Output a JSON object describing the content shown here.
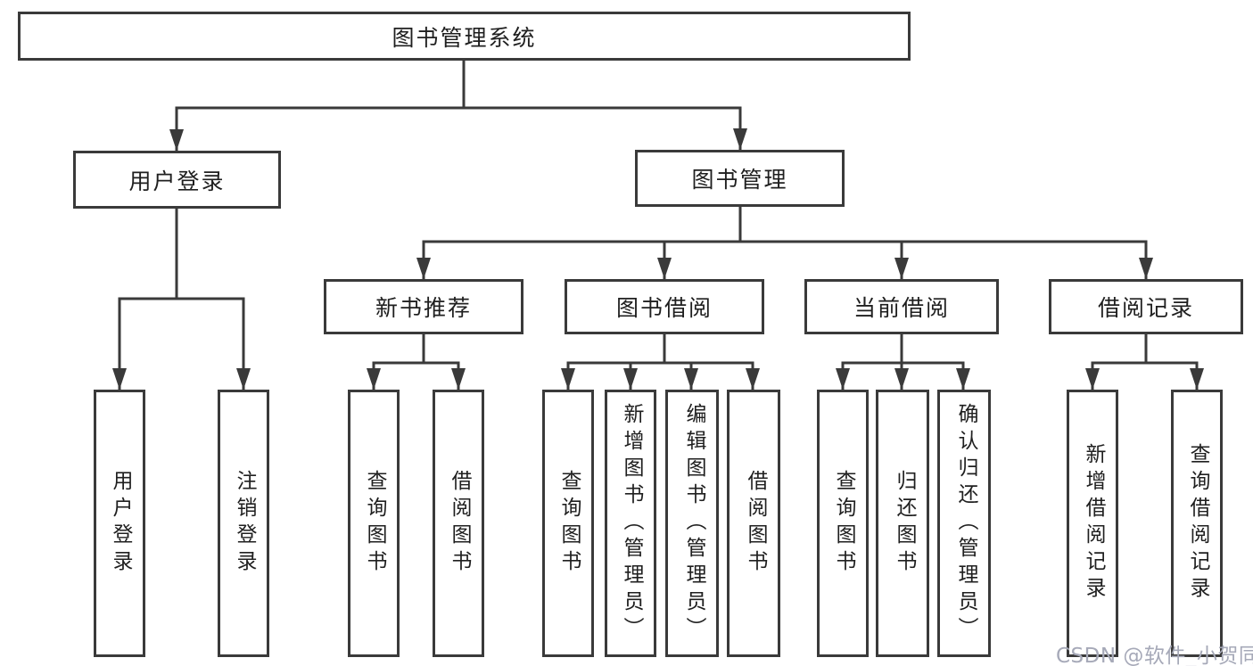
{
  "diagram": {
    "root": "图书管理系统",
    "level2": [
      {
        "label": "用户登录",
        "leaves": [
          "用户登录",
          "注销登录"
        ]
      },
      {
        "label": "图书管理",
        "sections": [
          {
            "label": "新书推荐",
            "leaves": [
              "查询图书",
              "借阅图书"
            ]
          },
          {
            "label": "图书借阅",
            "leaves": [
              "查询图书",
              "新增图书（管理员）",
              "编辑图书（管理员）",
              "借阅图书"
            ]
          },
          {
            "label": "当前借阅",
            "leaves": [
              "查询图书",
              "归还图书",
              "确认归还（管理员）"
            ]
          },
          {
            "label": "借阅记录",
            "leaves": [
              "新增借阅记录",
              "查询借阅记录"
            ]
          }
        ]
      }
    ]
  },
  "watermark": "CSDN @软件_小贺同学",
  "colors": {
    "line": "#3a3a3a",
    "text": "#1f1f1f",
    "box_background": "#ffffff",
    "background": "#ffffff",
    "watermark": "#a6a9b8"
  }
}
